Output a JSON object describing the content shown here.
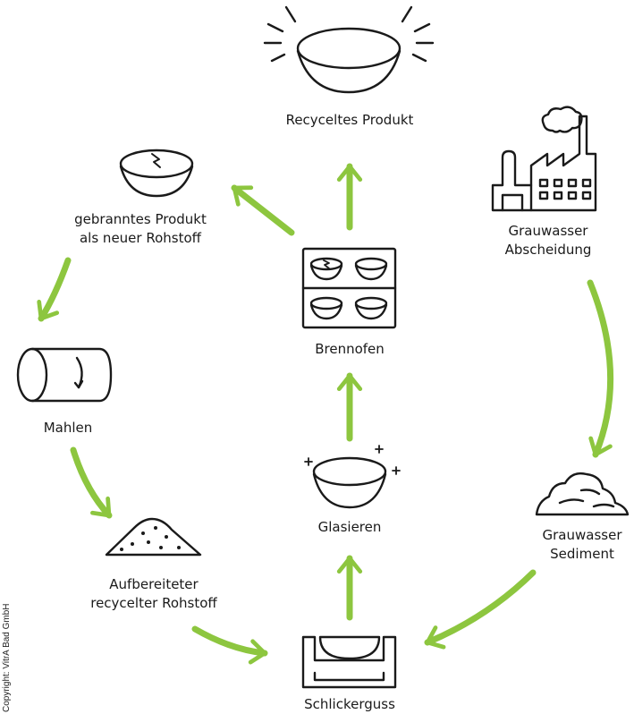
{
  "colors": {
    "arrow": "#8dc63f",
    "ink": "#1a1a1a"
  },
  "nodes": {
    "recycelt": {
      "label": "Recyceltes Produkt",
      "icon": "glowing-bowl-icon"
    },
    "gebrannt": {
      "line1": "gebranntes Produkt",
      "line2": "als neuer Rohstoff",
      "icon": "cracked-bowl-icon"
    },
    "grauwasser": {
      "line1": "Grauwasser",
      "line2": "Abscheidung",
      "icon": "factory-icon"
    },
    "brennofen": {
      "label": "Brennofen",
      "icon": "kiln-icon"
    },
    "mahlen": {
      "label": "Mahlen",
      "icon": "grinding-drum-icon"
    },
    "glasieren": {
      "label": "Glasieren",
      "icon": "glazed-bowl-icon"
    },
    "sediment": {
      "line1": "Grauwasser",
      "line2": "Sediment",
      "icon": "sediment-pile-icon"
    },
    "aufbereitet": {
      "line1": "Aufbereiteter",
      "line2": "recycelter Rohstoff",
      "icon": "raw-material-pile-icon"
    },
    "schlicker": {
      "label": "Schlickerguss",
      "icon": "casting-mold-icon"
    }
  },
  "copyright": "Copyright: VitrA Bad GmbH"
}
